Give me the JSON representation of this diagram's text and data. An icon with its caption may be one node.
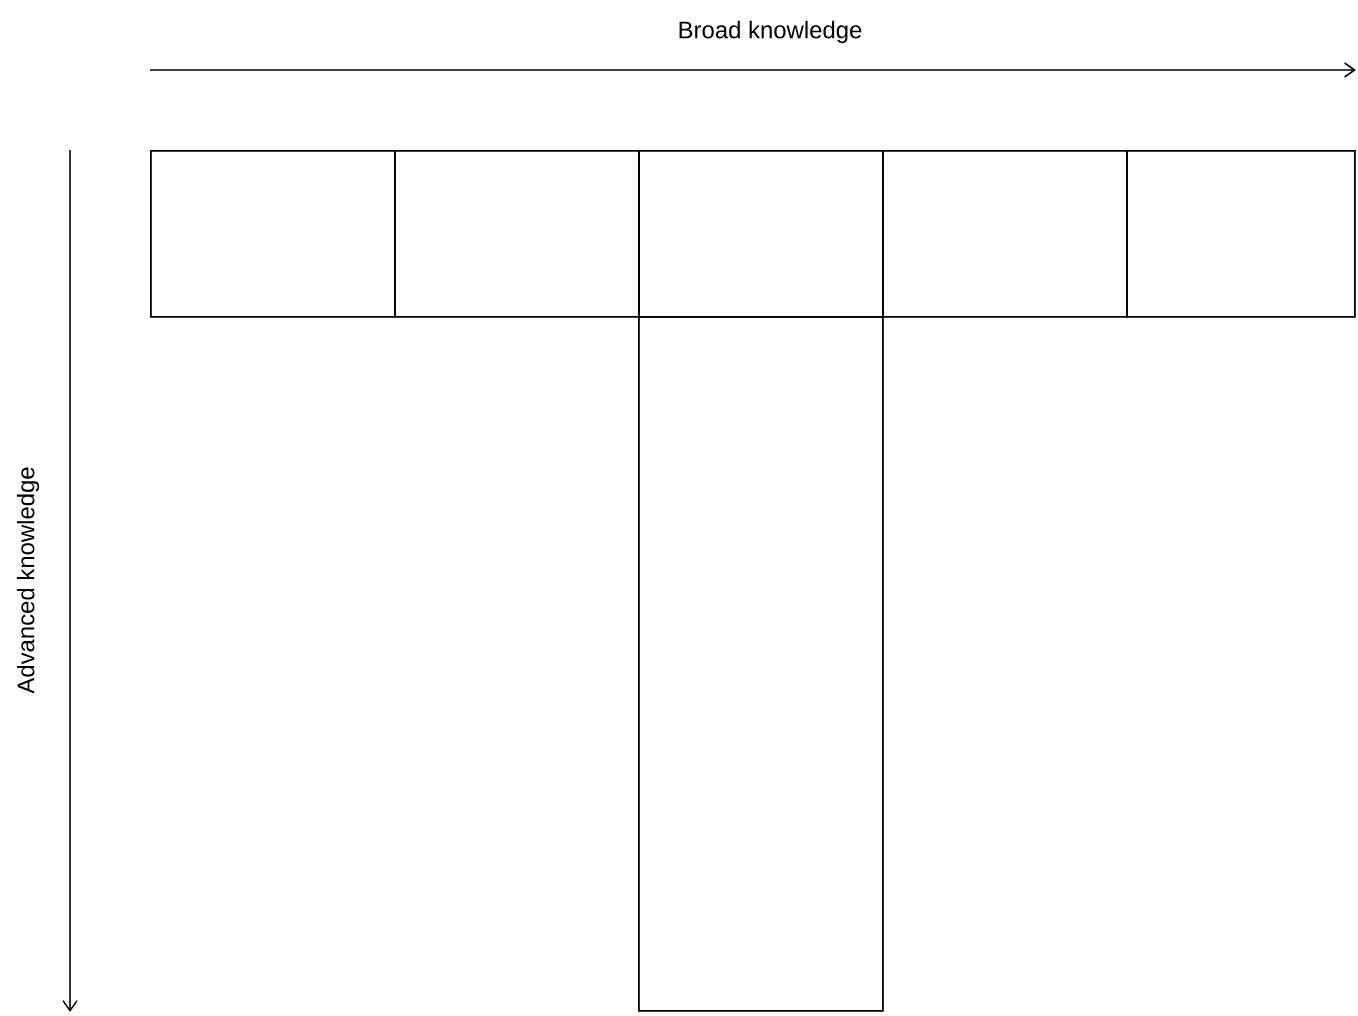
{
  "diagram": {
    "nodes": [
      {
        "text": [],
        "shape": "box"
      },
      {
        "text": [],
        "shape": "box"
      },
      {
        "text": [],
        "shape": "box"
      },
      {
        "text": [],
        "shape": "box"
      },
      {
        "text": [],
        "shape": "box"
      },
      {
        "text": [],
        "shape": "box"
      }
    ],
    "edges": [],
    "labels": [
      "Broad knowledge",
      "Advanced knowledge"
    ]
  }
}
